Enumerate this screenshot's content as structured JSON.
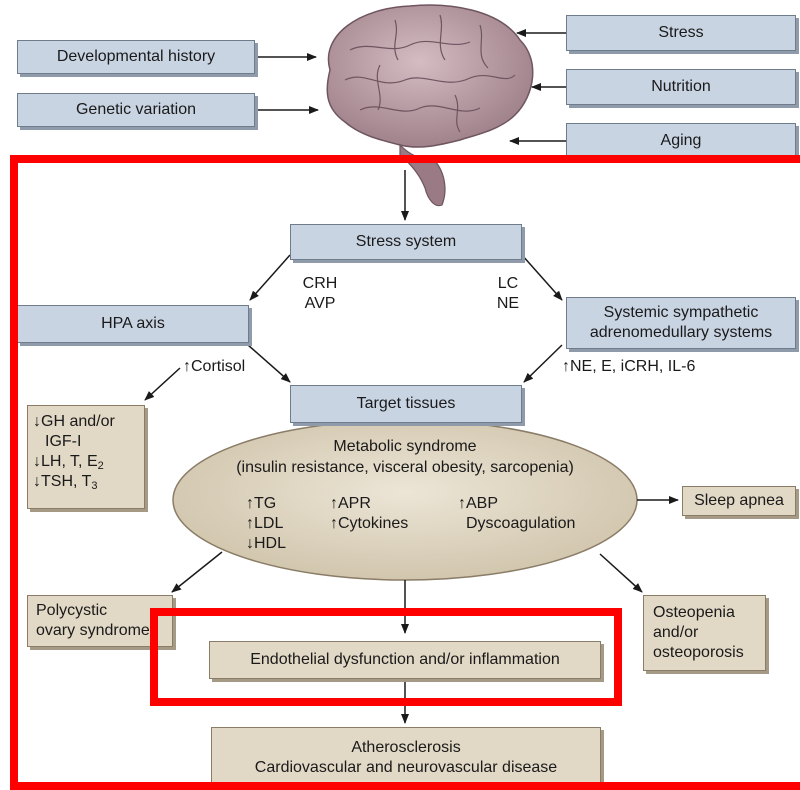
{
  "top_inputs": {
    "developmental_history": "Developmental history",
    "genetic_variation": "Genetic variation",
    "stress": "Stress",
    "nutrition": "Nutrition",
    "aging": "Aging"
  },
  "stress_system": "Stress system",
  "left_mediators": [
    "CRH",
    "AVP"
  ],
  "right_mediators": [
    "LC",
    "NE"
  ],
  "hpa_axis": "HPA axis",
  "sympathetic": [
    "Systemic sympathetic",
    "adrenomedullary systems"
  ],
  "cortisol": "↑Cortisol",
  "sympathetic_outputs": "↑NE, E, iCRH, IL-6",
  "target_tissues": "Target tissues",
  "hormones": {
    "line1": "↓GH and/or",
    "line2": "IGF-I",
    "line3_prefix": "↓LH, T, E",
    "line3_sub": "2",
    "line4_prefix": "↓TSH, T",
    "line4_sub": "3"
  },
  "metabolic": {
    "title": "Metabolic syndrome",
    "subtitle": "(insulin resistance, visceral obesity, sarcopenia)",
    "col1": [
      "↑TG",
      "↑LDL",
      "↓HDL"
    ],
    "col2": [
      "↑APR",
      "↑Cytokines"
    ],
    "col3": [
      "↑ABP",
      "Dyscoagulation"
    ]
  },
  "sleep_apnea": "Sleep apnea",
  "pcos": [
    "Polycystic",
    "ovary syndrome"
  ],
  "endothelial": "Endothelial dysfunction and/or inflammation",
  "osteo": [
    "Osteopenia",
    "and/or",
    "osteoporosis"
  ],
  "athero": [
    "Atherosclerosis",
    "Cardiovascular and neurovascular disease"
  ],
  "colors": {
    "blue_box": "#c9d4e3",
    "tan_box": "#e2d8c6",
    "ellipse": "#ddd3bf",
    "highlight": "#ff0000",
    "brain": "#b89aa3"
  }
}
